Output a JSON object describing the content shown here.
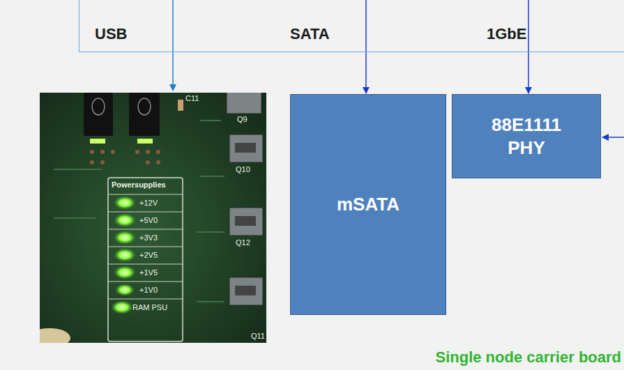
{
  "diagram": {
    "caption": "Single node carrier board",
    "nodes": [
      {
        "text": [
          "USB",
          "SATA",
          "1GbE"
        ]
      },
      {
        "text": [
          "mSATA"
        ]
      },
      {
        "text": [
          "88E1111 PHY"
        ]
      }
    ],
    "edges": [
      {
        "from": 0,
        "to": 1,
        "arrow": "to"
      },
      {
        "from": 0,
        "to": 2,
        "arrow": "to"
      }
    ],
    "labels": [
      "Powersupplies",
      "+12V",
      "+5V0",
      "+3V3",
      "+2V5",
      "+1V5",
      "+1V0",
      "RAM PSU",
      "C11",
      "Q9",
      "Q10",
      "Q12",
      "Q11"
    ]
  }
}
